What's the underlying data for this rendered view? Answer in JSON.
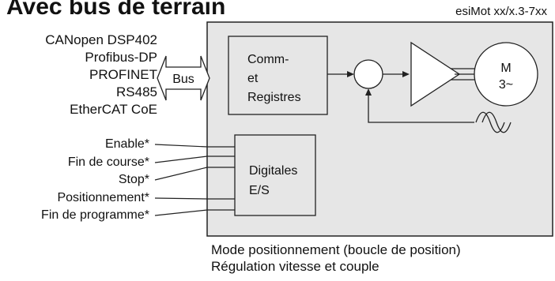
{
  "title": "Avec bus de terrain",
  "model_label": "esiMot xx/x.3-7xx",
  "protocols": [
    "CANopen DSP402",
    "Profibus-DP",
    "PROFINET",
    "RS485",
    "EtherCAT CoE"
  ],
  "bus_label": "Bus",
  "comm_block": [
    "Comm-",
    "et",
    "Registres"
  ],
  "io_block": [
    "Digitales",
    "E/S"
  ],
  "motor": {
    "line1": "M",
    "line2": "3~"
  },
  "signals": [
    "Enable*",
    "Fin de course*",
    "Stop*",
    "Positionnement*",
    "Fin de programme*"
  ],
  "footer": [
    "Mode positionnement (boucle de position)",
    "Régulation vitesse et couple"
  ],
  "colors": {
    "panel_fill": "#e6e6e6",
    "line": "#222222"
  }
}
